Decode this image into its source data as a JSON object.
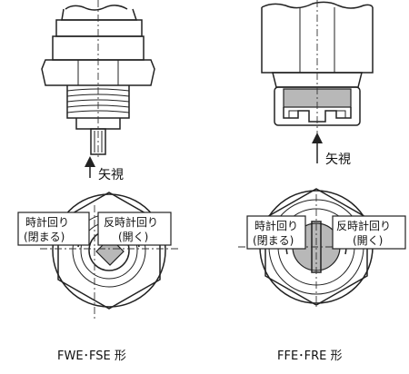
{
  "left": {
    "view_label": "矢視",
    "clockwise_line1": "時計回り",
    "clockwise_line2": "(閉まる)",
    "counter_line1": "反時計回り",
    "counter_line2": "(開く)",
    "caption": "FWE･FSE 形"
  },
  "right": {
    "view_label": "矢視",
    "clockwise_line1": "時計回り",
    "clockwise_line2": "(閉まる)",
    "counter_line1": "反時計回り",
    "counter_line2": "(開く)",
    "caption": "FFE･FRE 形"
  }
}
